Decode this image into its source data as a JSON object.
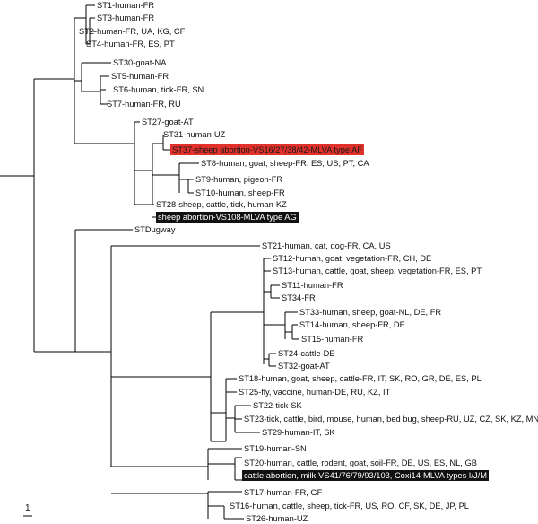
{
  "labels": {
    "st1": "ST1-human-FR",
    "st3": "ST3-human-FR",
    "st2": "ST2-human-FR, UA, KG, CF",
    "st4": "ST4-human-FR, ES, PT",
    "st30": "ST30-goat-NA",
    "st5": "ST5-human-FR",
    "st6": "ST6-human, tick-FR, SN",
    "st7": "ST7-human-FR, RU",
    "st27": "ST27-goat-AT",
    "st31": "ST31-human-UZ",
    "st37": "ST37-sheep abortion-VS16/27/38/42-MLVA type AF",
    "st8": "ST8-human, goat, sheep-FR, ES, US, PT, CA",
    "st9": "ST9-human, pigeon-FR",
    "st10": "ST10-human, sheep-FR",
    "st28": "ST28-sheep, cattle, tick, human-KZ",
    "sheep_ag": "sheep abortion-VS108-MLVA type AG",
    "stdugway": "STDugway",
    "st21": "ST21-human, cat, dog-FR, CA, US",
    "st12": "ST12-human, goat, vegetation-FR, CH, DE",
    "st13": "ST13-human, cattle, goat, sheep, vegetation-FR, ES, PT",
    "st11": "ST11-human-FR",
    "st34": "ST34-FR",
    "st33": "ST33-human, sheep, goat-NL, DE, FR",
    "st14": "ST14-human, sheep-FR, DE",
    "st15": "ST15-human-FR",
    "st24": "ST24-cattle-DE",
    "st32": "ST32-goat-AT",
    "st18": "ST18-human, goat, sheep, cattle-FR, IT, SK, RO, GR, DE, ES, PL",
    "st25": "ST25-fly, vaccine, human-DE, RU, KZ, IT",
    "st22": "ST22-tick-SK",
    "st23": "ST23-tick, cattle, bird, mouse, human, bed bug, sheep-RU, UZ, CZ, SK, KZ, MN",
    "st29": "ST29-human-IT, SK",
    "st19": "ST19-human-SN",
    "st20": "ST20-human, cattle, rodent, goat, soil-FR, DE, US, ES, NL, GB",
    "cattle_ijm": "cattle abortion, milk-VS41/76/79/93/103, Coxi14-MLVA types I/J/M",
    "st17": "ST17-human-FR, GF",
    "st16": "ST16-human, cattle, sheep, tick-FR, US, RO, CF, SK, DE, JP, PL",
    "st26": "ST26-human-UZ"
  },
  "scale": {
    "label": "1"
  },
  "colors": {
    "highlight_red": "#e0312a",
    "highlight_black": "#111111",
    "line": "#000000"
  }
}
